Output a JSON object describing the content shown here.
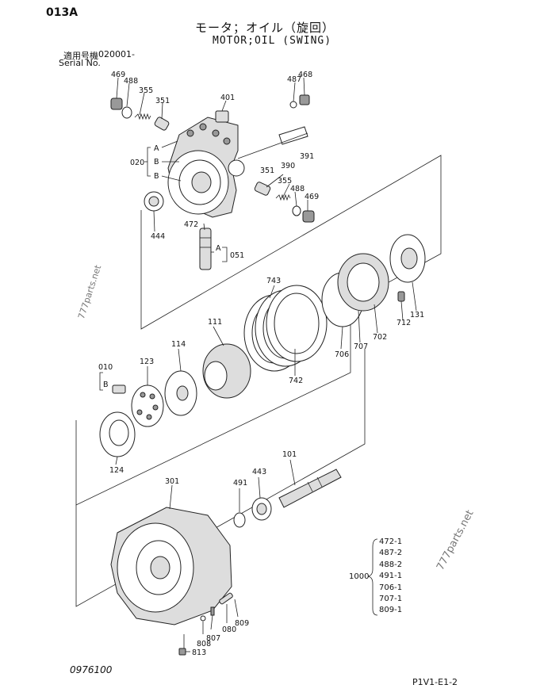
{
  "page_code": "013A",
  "title_jp": "モータ；オイル（旋回）",
  "title_en": "MOTOR;OIL (SWING)",
  "serial": {
    "label_jp": "適用号機",
    "label_en": "Serial No.",
    "value": "020001-"
  },
  "doc_number": "0976100",
  "page_ref": "P1V1-E1-2",
  "watermark": "777parts.net",
  "watermark2": "777parts.net",
  "part_labels": {
    "p469a": "469",
    "p488a": "488",
    "p355a": "355",
    "p351a": "351",
    "p401": "401",
    "p487": "487",
    "p468": "468",
    "p390": "390",
    "p391": "391",
    "p351b": "351",
    "p355b": "355",
    "p488b": "488",
    "p469b": "469",
    "p020": "020",
    "p444": "444",
    "p472": "472",
    "p051": "051",
    "p743": "743",
    "p742": "742",
    "p706": "706",
    "p707": "707",
    "p702": "702",
    "p712": "712",
    "p131": "131",
    "p111": "111",
    "p114": "114",
    "p123": "123",
    "p010": "010",
    "p124": "124",
    "p301": "301",
    "p491": "491",
    "p443": "443",
    "p101": "101",
    "p807": "807",
    "p808": "808",
    "p080": "080",
    "p809": "809",
    "p813": "813"
  },
  "letter_labels": {
    "a1": "A",
    "b1": "B",
    "b2": "B",
    "a2": "A",
    "b3": "B"
  },
  "kit": {
    "main": "1000",
    "items": [
      "472-1",
      "487-2",
      "488-2",
      "491-1",
      "706-1",
      "707-1",
      "809-1"
    ]
  }
}
